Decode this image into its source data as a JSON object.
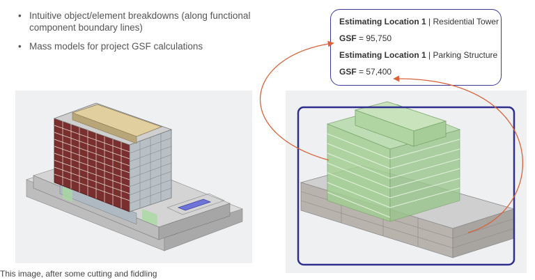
{
  "bullets": [
    "Intuitive object/element breakdowns (along functional component boundary lines)",
    "Mass models for project GSF calculations"
  ],
  "bullet_glyph": "•",
  "callout": {
    "line1_bold": "Estimating Location 1",
    "line1_sep": " | ",
    "line1_rest": "Residential Tower",
    "line2_bold": "GSF",
    "line2_rest": " = 95,750",
    "line3_bold": "Estimating Location 1",
    "line3_sep": " | ",
    "line3_rest": "Parking Structure",
    "line4_bold": "GSF",
    "line4_rest": " = 57,400"
  },
  "caption": "This image, after some cutting and fiddling",
  "colors": {
    "arrow": "#d9633a",
    "frame": "#2e2e8f",
    "mass_green": "#9fcf8f",
    "brick": "#7a2f2f",
    "ground": "#c8c8c8"
  }
}
